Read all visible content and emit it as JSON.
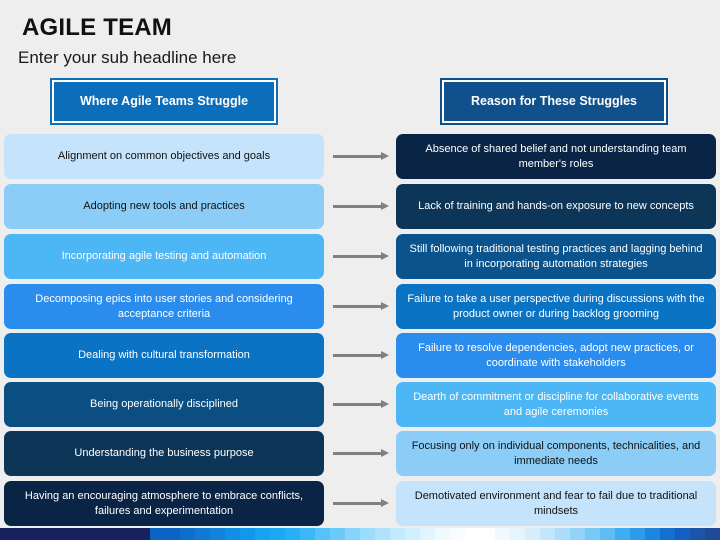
{
  "header": {
    "title": "AGILE TEAM",
    "subtitle": "Enter your sub headline here"
  },
  "columns": {
    "left": {
      "header_label": "Where Agile Teams Struggle",
      "header_fill": "#0c6dba",
      "header_border": "#0f6fb8",
      "rows": [
        {
          "label": "Alignment on common objectives and goals",
          "fill": "#c5e4fb",
          "text_color": "#111111"
        },
        {
          "label": "Adopting new tools and practices",
          "fill": "#8bcdf7",
          "text_color": "#111111"
        },
        {
          "label": "Incorporating agile testing and automation",
          "fill": "#4db6f5",
          "text_color": "#ffffff"
        },
        {
          "label": "Decomposing epics into user stories and considering acceptance criteria",
          "fill": "#2a8ded",
          "text_color": "#ffffff"
        },
        {
          "label": "Dealing with cultural transformation",
          "fill": "#0b73c4",
          "text_color": "#ffffff"
        },
        {
          "label": "Being operationally disciplined",
          "fill": "#0b4e82",
          "text_color": "#ffffff"
        },
        {
          "label": "Understanding the business purpose",
          "fill": "#0d3557",
          "text_color": "#ffffff"
        },
        {
          "label": "Having an encouraging atmosphere to embrace conflicts, failures and experimentation",
          "fill": "#0a2446",
          "text_color": "#ffffff"
        }
      ]
    },
    "right": {
      "header_label": "Reason for These Struggles",
      "header_fill": "#10508c",
      "header_border": "#0d4f87",
      "rows": [
        {
          "label": "Absence of shared belief and not understanding team member's roles",
          "fill": "#0a2446",
          "text_color": "#ffffff"
        },
        {
          "label": "Lack of training and hands-on exposure to new concepts",
          "fill": "#0d3557",
          "text_color": "#ffffff"
        },
        {
          "label": "Still following traditional testing practices and lagging behind in incorporating automation strategies",
          "fill": "#0b538c",
          "text_color": "#ffffff"
        },
        {
          "label": "Failure to take a user perspective during discussions with the product owner or during backlog grooming",
          "fill": "#0b73c4",
          "text_color": "#ffffff"
        },
        {
          "label": "Failure to resolve dependencies, adopt new practices, or coordinate with stakeholders",
          "fill": "#2a8ded",
          "text_color": "#ffffff"
        },
        {
          "label": "Dearth of commitment or discipline for collaborative events and agile ceremonies",
          "fill": "#4db6f5",
          "text_color": "#ffffff"
        },
        {
          "label": "Focusing only on individual components, technicalities, and immediate needs",
          "fill": "#8bcdf7",
          "text_color": "#111111"
        },
        {
          "label": "Demotivated environment and fear to fail due to traditional mindsets",
          "fill": "#c5e4fb",
          "text_color": "#111111"
        }
      ]
    }
  },
  "connectors": {
    "count": 8,
    "color": "#808080",
    "icon": "right-arrow-icon"
  },
  "layout": {
    "row_tops": [
      134,
      184,
      234,
      284,
      333,
      382,
      431,
      481
    ],
    "arrow_tops": [
      152,
      202,
      252,
      302,
      351,
      400,
      449,
      499
    ]
  },
  "bottom_strip": {
    "colors": [
      "#16215e",
      "#16215e",
      "#16215e",
      "#16215e",
      "#16215e",
      "#16215e",
      "#16215e",
      "#16215e",
      "#16215e",
      "#16215e",
      "#0b64c2",
      "#0b64c2",
      "#0d6ecb",
      "#0f79d4",
      "#1183dd",
      "#0f8fe6",
      "#0f98ec",
      "#15a3f2",
      "#1aa9f5",
      "#27b0f7",
      "#3cb8f8",
      "#55c2f9",
      "#6ccafa",
      "#86d3fb",
      "#9cdcfc",
      "#b0e2fc",
      "#c2e9fd",
      "#d2effe",
      "#e2f5fe",
      "#eefafe",
      "#f7fdff",
      "#ffffff",
      "#fdfeff",
      "#f2f9fe",
      "#e6f4fd",
      "#d6edfc",
      "#c4e6fb",
      "#aeddfa",
      "#93d3f8",
      "#79c9f6",
      "#5dbdf4",
      "#3fadf1",
      "#2b9bea",
      "#1d86df",
      "#1470cf",
      "#1360c2",
      "#1a55ab",
      "#22489a"
    ]
  }
}
